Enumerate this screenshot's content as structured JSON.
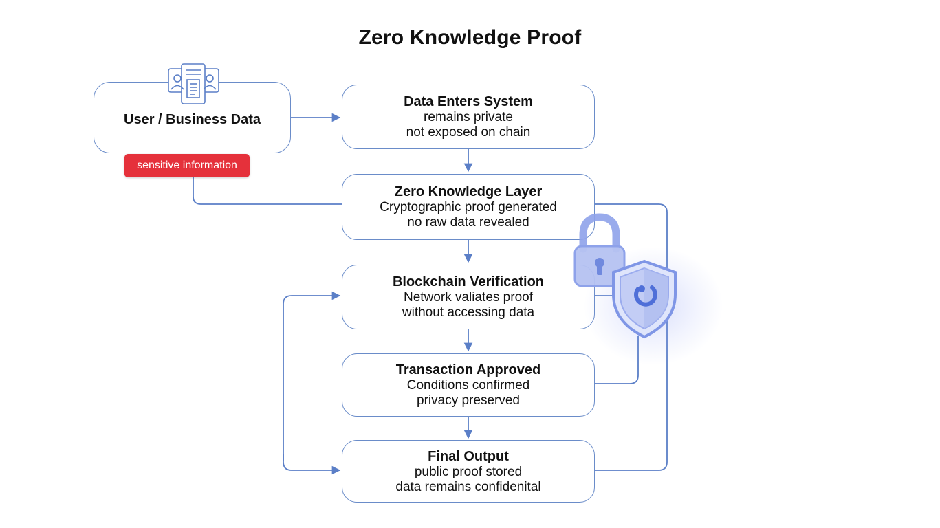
{
  "title": "Zero Knowledge Proof",
  "colors": {
    "box_border": "#6a8cc9",
    "connector": "#5b7fc7",
    "badge_bg": "#e5313b",
    "lock_blue": "#7f96e6",
    "shield_blue": "#5d7de0"
  },
  "source": {
    "label": "User / Business Data",
    "icon": "documents-users-icon",
    "badge": "sensitive information"
  },
  "steps": [
    {
      "title": "Data Enters System",
      "lines": [
        "remains private",
        "not exposed on chain"
      ]
    },
    {
      "title": "Zero Knowledge Layer",
      "lines": [
        "Cryptographic proof generated",
        "no raw data revealed"
      ]
    },
    {
      "title": "Blockchain Verification",
      "lines": [
        "Network valiates proof",
        "without accessing data"
      ]
    },
    {
      "title": "Transaction Approved",
      "lines": [
        "Conditions confirmed",
        "privacy preserved"
      ]
    },
    {
      "title": "Final Output",
      "lines": [
        "public proof stored",
        "data remains confidenital"
      ]
    }
  ],
  "decorations": [
    "padlock-icon",
    "shield-icon"
  ]
}
